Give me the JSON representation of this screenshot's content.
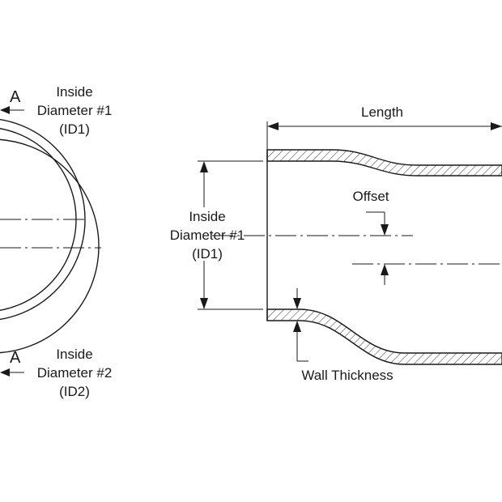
{
  "section_marks": {
    "top": "A",
    "bottom": "A"
  },
  "left_view": {
    "id1_label": {
      "line1": "Inside",
      "line2": "Diameter #1",
      "line3": "(ID1)"
    },
    "id2_label": {
      "line1": "Inside",
      "line2": "Diameter #2",
      "line3": "(ID2)"
    }
  },
  "side_view": {
    "length_label": "Length",
    "offset_label": "Offset",
    "id1_label": {
      "line1": "Inside",
      "line2": "Diameter #1",
      "line3": "(ID1)"
    },
    "wall_thickness_label": "Wall Thickness"
  }
}
